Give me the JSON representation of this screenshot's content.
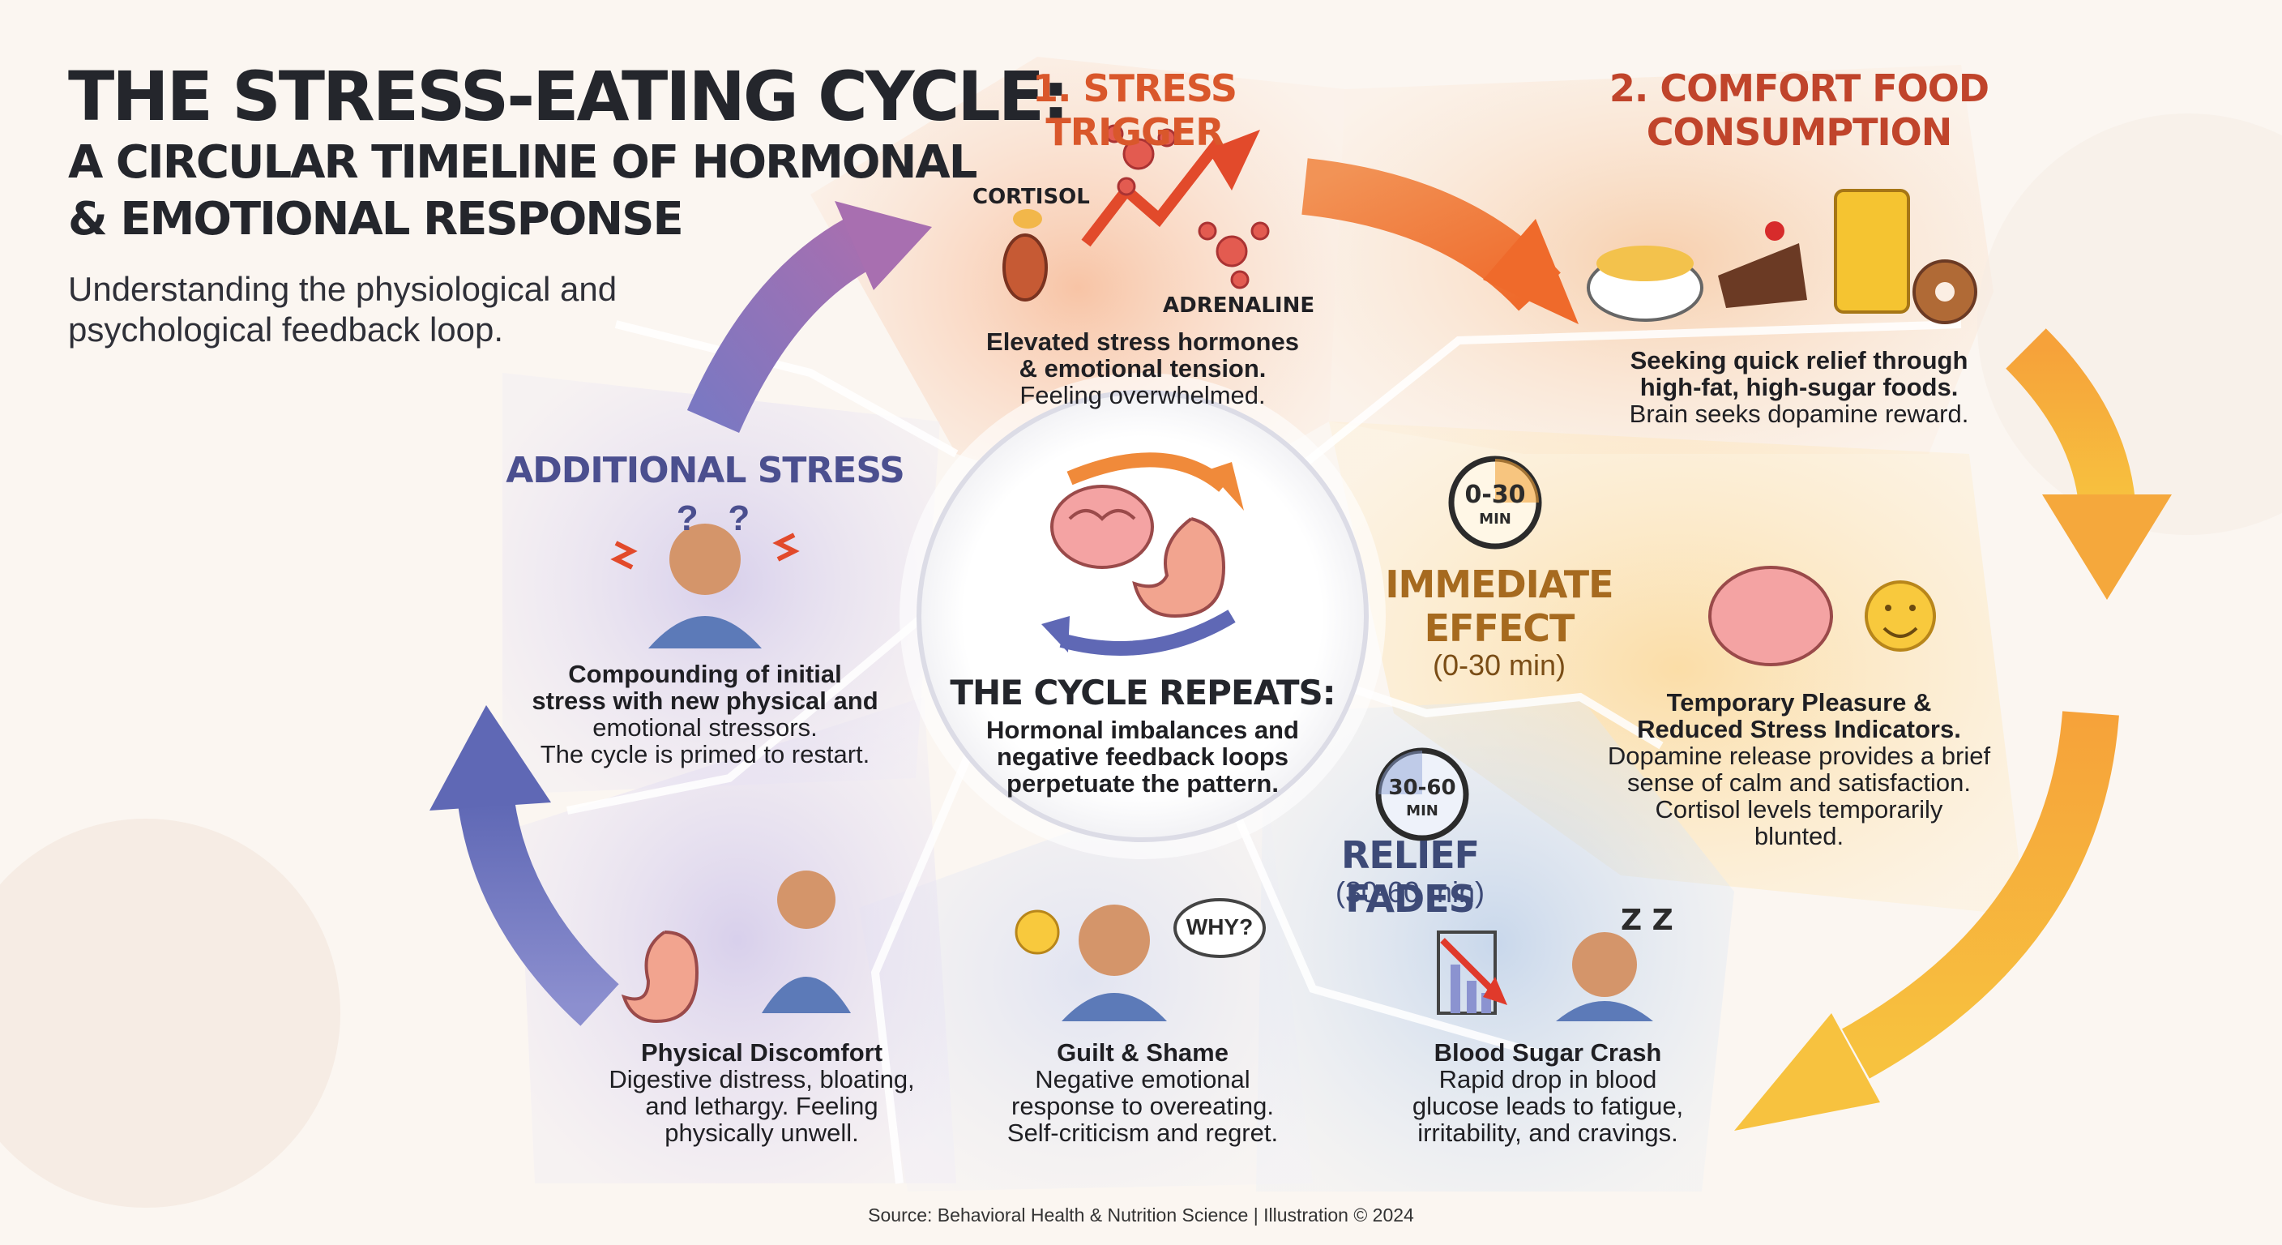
{
  "title": {
    "line1": "THE STRESS-EATING CYCLE:",
    "line2": "A CIRCULAR TIMELINE OF HORMONAL",
    "line3": "& EMOTIONAL RESPONSE",
    "subtitle_line1": "Understanding the physiological and",
    "subtitle_line2": "psychological feedback loop."
  },
  "center": {
    "title": "THE CYCLE REPEATS:",
    "line1": "Hormonal imbalances and",
    "line2": "negative feedback loops",
    "line3": "perpetuate the pattern."
  },
  "stages": {
    "stress_trigger": {
      "title": "1. STRESS TRIGGER",
      "label_cortisol": "CORTISOL",
      "label_adrenaline": "ADRENALINE",
      "desc1": "Elevated stress hormones",
      "desc2": "& emotional tension.",
      "desc3": "Feeling overwhelmed."
    },
    "comfort_food": {
      "title1": "2. COMFORT FOOD",
      "title2": "CONSUMPTION",
      "desc1": "Seeking quick relief through",
      "desc2": "high-fat, high-sugar foods.",
      "desc3": "Brain seeks dopamine reward."
    },
    "immediate_effect": {
      "clock_top": "0-30",
      "clock_bottom": "MIN",
      "title1": "IMMEDIATE",
      "title2": "EFFECT",
      "time": "(0-30 min)"
    },
    "temporary_pleasure": {
      "desc1": "Temporary Pleasure &",
      "desc2": "Reduced Stress Indicators.",
      "desc3": "Dopamine release provides a brief",
      "desc4": "sense of calm and satisfaction.",
      "desc5": "Cortisol levels temporarily",
      "desc6": "blunted."
    },
    "relief_fades": {
      "clock_top": "30-60",
      "clock_bottom": "MIN",
      "title": "RELIEF FADES",
      "time": "(30-60 min)"
    },
    "blood_sugar": {
      "title": "Blood Sugar Crash",
      "desc1": "Rapid drop in blood",
      "desc2": "glucose leads to fatigue,",
      "desc3": "irritability, and cravings.",
      "zz": "Z Z"
    },
    "guilt": {
      "bubble": "WHY?",
      "title": "Guilt & Shame",
      "desc1": "Negative emotional",
      "desc2": "response to overeating.",
      "desc3": "Self-criticism and regret."
    },
    "physical": {
      "title": "Physical Discomfort",
      "desc1": "Digestive distress, bloating,",
      "desc2": "and lethargy. Feeling",
      "desc3": "physically unwell."
    },
    "additional_stress": {
      "title": "ADDITIONAL STRESS",
      "desc1": "Compounding of initial",
      "desc2": "stress with new physical and",
      "desc3": "emotional stressors.",
      "desc4": "The cycle is primed to restart."
    }
  },
  "footer": "Source: Behavioral Health & Nutrition Science | Illustration © 2024",
  "colors": {
    "trigger": "#d9572b",
    "comfort": "#c0442b",
    "immediate": "#a66a1f",
    "relief": "#3d4a77",
    "additional": "#4b4f8f",
    "arrow_warm": "#f08a3a",
    "arrow_cool": "#6f6fb4"
  }
}
